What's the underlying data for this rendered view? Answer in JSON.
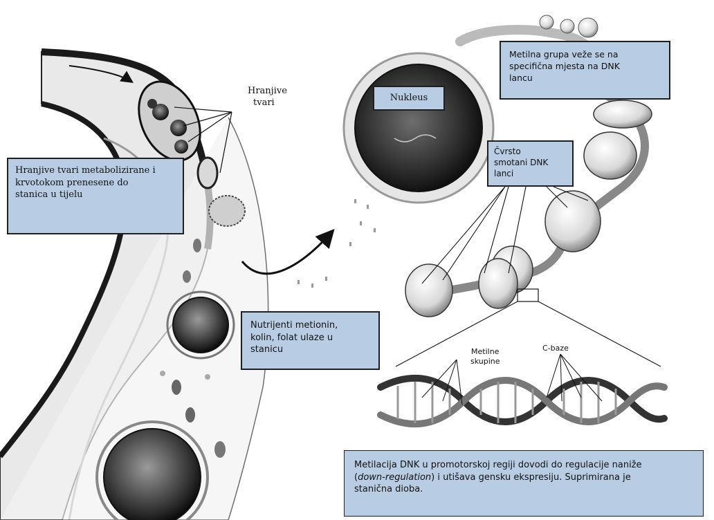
{
  "labels": {
    "hranjive": [
      "Hranjive",
      "tvari"
    ],
    "metilne": [
      "Metilne",
      "skupine"
    ],
    "cbaze": "C-baze"
  },
  "boxes": {
    "metabolized": [
      "Hranjive tvari metabolizirane i",
      "krvotokom prenesene do",
      "stanica u tijelu"
    ],
    "nucleus": "Nukleus",
    "methyl_group": [
      "Metilna grupa veže se na",
      "specifična mjesta na DNK",
      "lancu"
    ],
    "dna_coiled": [
      "Čvrsto",
      "smotani DNK",
      "lanci"
    ],
    "nutrients": [
      "Nutrijenti metionin,",
      "kolin, folat ulaze u",
      "stanicu"
    ],
    "methylation": {
      "line1": "Metilacija DNK u promotorskoj regiji dovodi do regulacije naniže",
      "line2_open": "(",
      "line2_italic": "down-regulation",
      "line2_rest": ") i utišava gensku ekspresiju. Suprimirana je",
      "line3": "stanična dioba."
    }
  },
  "colors": {
    "box_fill": "#b8cce4",
    "box_border": "#1f1f1f",
    "vessel_dark": "#2b2b2b",
    "vessel_light": "#d9d9d9"
  }
}
